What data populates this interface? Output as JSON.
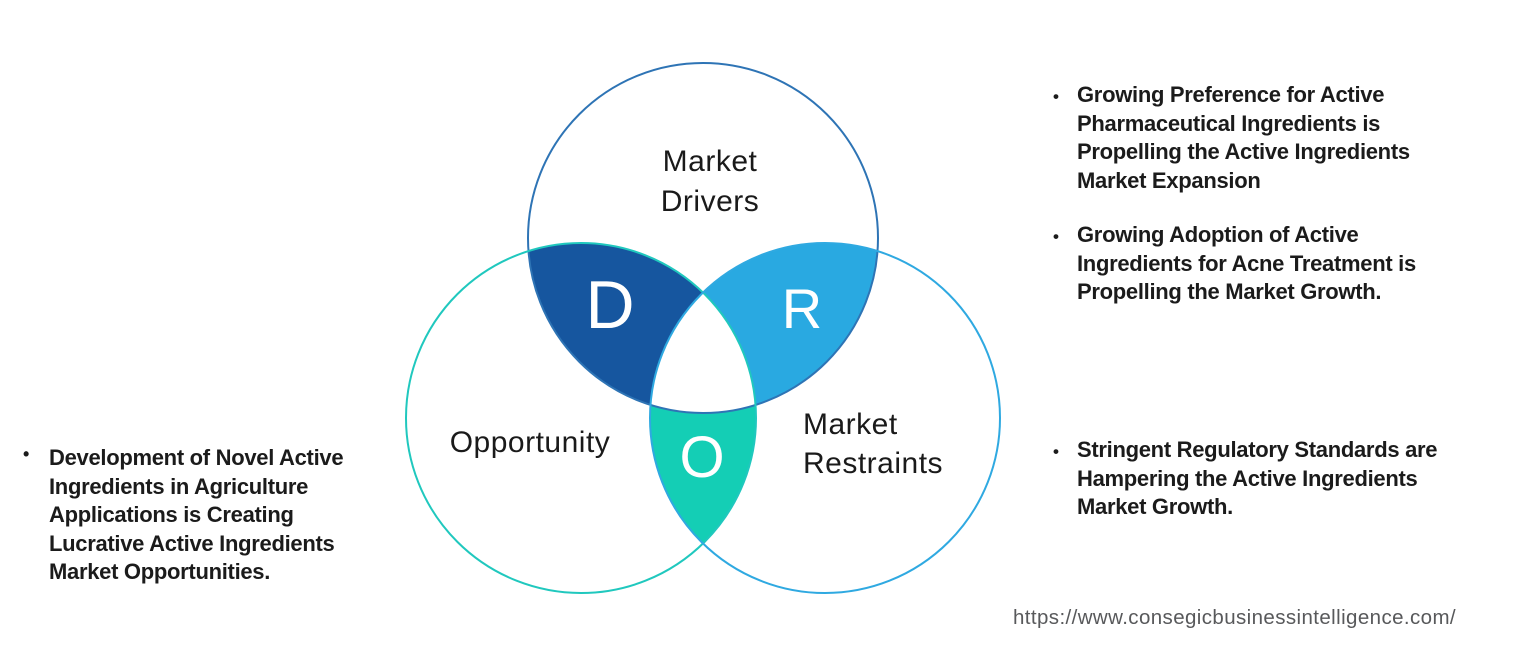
{
  "diagram": {
    "drivers": {
      "label": "Market\nDrivers",
      "letter": "D",
      "circle_stroke": "#2E74B5",
      "region_fill": "#16569F"
    },
    "restraints": {
      "label": "Market\nRestraints",
      "letter": "R",
      "circle_stroke": "#2FA9E1",
      "region_fill": "#29A9E1"
    },
    "opportunity": {
      "label": "Opportunity",
      "letter": "O",
      "circle_stroke": "#20C8BE",
      "region_fill": "#14CEB5"
    },
    "center_fill": "#FFFFFF",
    "letter_color": "#FFFFFF",
    "label_color": "#1A1A1A"
  },
  "left_panel": {
    "bullet_char": "•",
    "items": [
      {
        "text": "Development of Novel Active\nIngredients in Agriculture\nApplications is Creating\nLucrative Active Ingredients\nMarket Opportunities."
      }
    ]
  },
  "right_panel": {
    "bullet_char": "•",
    "top_items": [
      {
        "text": "Growing Preference for Active\nPharmaceutical Ingredients is\nPropelling the Active Ingredients\nMarket Expansion"
      },
      {
        "text": "Growing Adoption of Active\nIngredients for Acne Treatment is\nPropelling the Market Growth."
      }
    ],
    "bottom_items": [
      {
        "text": "Stringent Regulatory Standards are\nHampering the Active Ingredients\nMarket Growth."
      }
    ]
  },
  "footer": {
    "url": "https://www.consegicbusinessintelligence.com/"
  }
}
